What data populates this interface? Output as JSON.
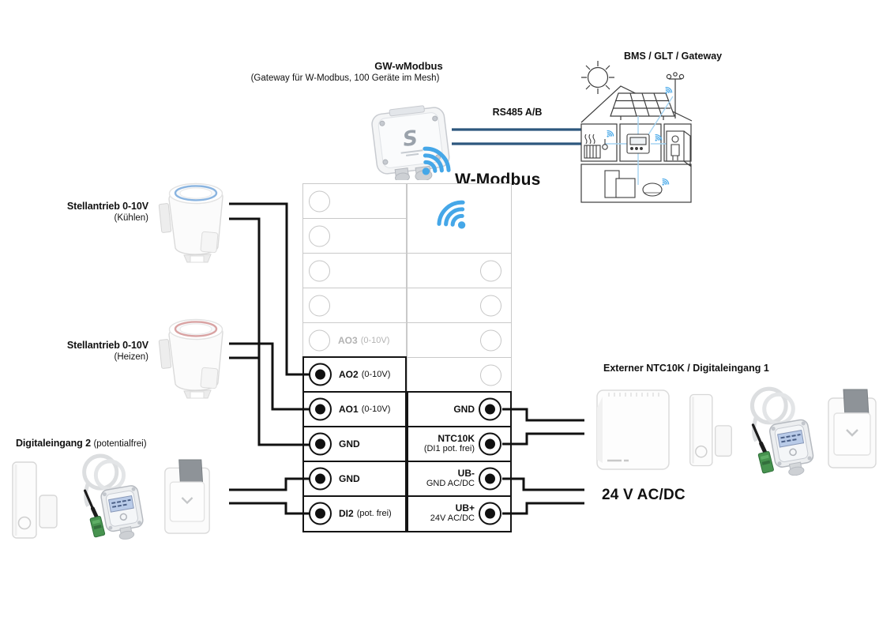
{
  "gateway": {
    "title": "GW-wModbus",
    "subtitle": "(Gateway für W-Modbus, 100 Geräte im Mesh)"
  },
  "bus": {
    "rs485_label": "RS485 A/B",
    "wmodbus_label": "W-Modbus"
  },
  "bms": {
    "label": "BMS / GLT / Gateway"
  },
  "actuators": {
    "cooling": {
      "title": "Stellantrieb 0-10V",
      "subtitle": "(Kühlen)"
    },
    "heating": {
      "title": "Stellantrieb 0-10V",
      "subtitle": "(Heizen)"
    }
  },
  "digital_input2": {
    "title": "Digitaleingang 2",
    "subtitle": "(potentialfrei)"
  },
  "external_input": {
    "title": "Externer NTC10K / Digitaleingang 1"
  },
  "power": {
    "label": "24 V AC/DC"
  },
  "terminal_block": {
    "left_rows": [
      {
        "label": "",
        "detail": ""
      },
      {
        "label": "",
        "detail": ""
      },
      {
        "label": "",
        "detail": ""
      },
      {
        "label": "",
        "detail": ""
      },
      {
        "label": "AO3",
        "detail": "(0-10V)"
      },
      {
        "label": "AO2",
        "detail": "(0-10V)"
      },
      {
        "label": "AO1",
        "detail": "(0-10V)"
      },
      {
        "label": "GND",
        "detail": ""
      },
      {
        "label": "GND",
        "detail": ""
      },
      {
        "label": "DI2",
        "detail": "(pot. frei)"
      }
    ],
    "right_rows": [
      {
        "label": "",
        "detail": ""
      },
      {
        "label": "",
        "detail": ""
      },
      {
        "label": "",
        "detail": ""
      },
      {
        "label": "",
        "detail": ""
      },
      {
        "label": "",
        "detail": ""
      },
      {
        "label": "GND",
        "detail": ""
      },
      {
        "label": "NTC10K",
        "detail": "(DI1 pot. frei)"
      },
      {
        "label": "UB-",
        "detail": "GND AC/DC"
      },
      {
        "label": "UB+",
        "detail": "24V AC/DC"
      }
    ]
  },
  "icons": {
    "wifi": "wifi-icon",
    "sun": "sun-icon",
    "building": "bms-building-illustration",
    "gateway_device": "gateway-device-illustration",
    "thermal_actuator": "thermal-actuator-illustration",
    "door_contact": "door-contact-illustration",
    "cable_sensor": "cable-temp-sensor-illustration",
    "card_switch": "key-card-switch-illustration",
    "room_sensor": "room-sensor-illustration"
  },
  "colors": {
    "wire": "#111111",
    "rs485_line": "#2d577e",
    "wifi_blue": "#45a7e8",
    "cooling_ring": "#8ab4e0",
    "heating_ring": "#d9a3a3",
    "connector_green": "#47934f",
    "disabled_gray": "#b3b3b3",
    "light_border": "#c9c9c9"
  }
}
